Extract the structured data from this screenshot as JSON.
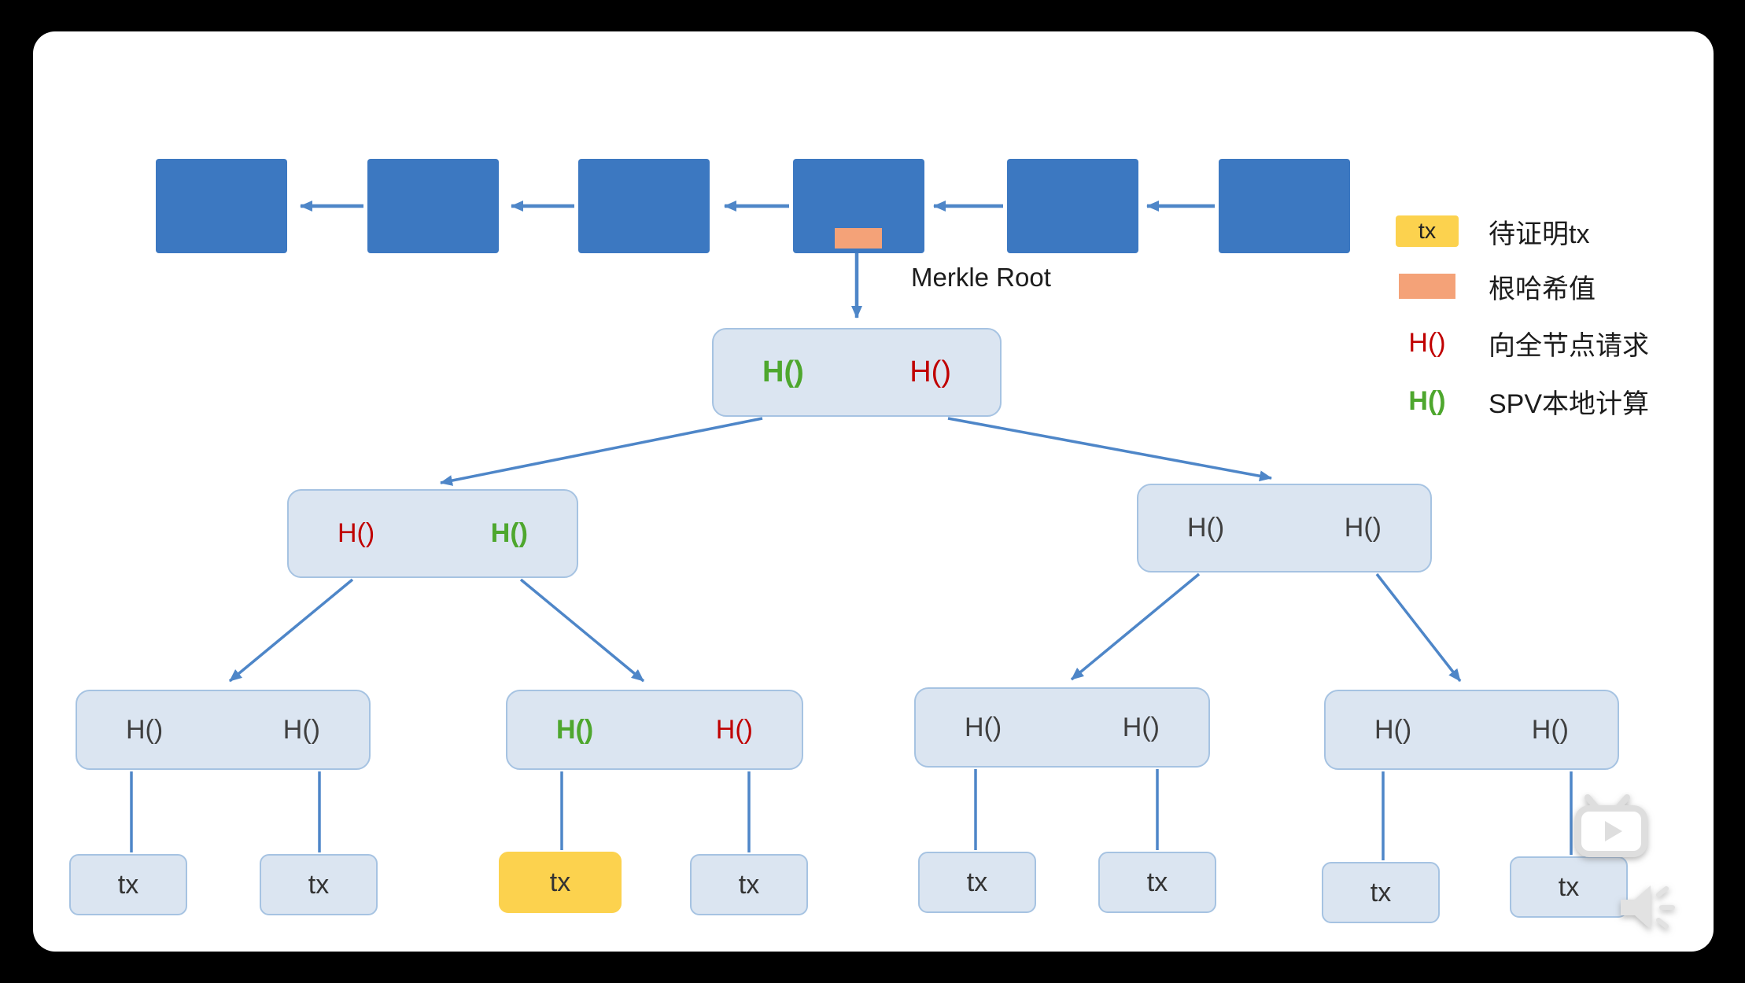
{
  "colors": {
    "stage_bg": "#000000",
    "canvas_bg": "#ffffff",
    "block_blue": "#3c78c1",
    "arrow_blue": "#4e86c8",
    "node_fill": "#dbe5f1",
    "node_border": "#a6c3e2",
    "highlight_yellow": "#fcd24e",
    "marker_orange": "#f4a278",
    "hash_red": "#c00000",
    "hash_green": "#4ea72e"
  },
  "blockchain": {
    "block_count": 6,
    "merkle_root_label": "Merkle Root"
  },
  "tree": {
    "root": {
      "left": {
        "text": "H()",
        "color": "#4ea72e",
        "weight": "700"
      },
      "right": {
        "text": "H()",
        "color": "#c00000",
        "weight": "400"
      }
    },
    "level2_left": {
      "left": {
        "text": "H()",
        "color": "#c00000",
        "weight": "400"
      },
      "right": {
        "text": "H()",
        "color": "#4ea72e",
        "weight": "700"
      }
    },
    "level2_right": {
      "left": {
        "text": "H()",
        "color": "#3f3f3f",
        "weight": "400"
      },
      "right": {
        "text": "H()",
        "color": "#3f3f3f",
        "weight": "400"
      }
    },
    "level3": [
      {
        "left": {
          "text": "H()",
          "color": "#3f3f3f",
          "weight": "400"
        },
        "right": {
          "text": "H()",
          "color": "#3f3f3f",
          "weight": "400"
        }
      },
      {
        "left": {
          "text": "H()",
          "color": "#4ea72e",
          "weight": "700"
        },
        "right": {
          "text": "H()",
          "color": "#c00000",
          "weight": "400"
        }
      },
      {
        "left": {
          "text": "H()",
          "color": "#3f3f3f",
          "weight": "400"
        },
        "right": {
          "text": "H()",
          "color": "#3f3f3f",
          "weight": "400"
        }
      },
      {
        "left": {
          "text": "H()",
          "color": "#3f3f3f",
          "weight": "400"
        },
        "right": {
          "text": "H()",
          "color": "#3f3f3f",
          "weight": "400"
        }
      }
    ],
    "leaves": [
      {
        "text": "tx",
        "fill": "#dbe5f1",
        "border": "#a6c3e2"
      },
      {
        "text": "tx",
        "fill": "#dbe5f1",
        "border": "#a6c3e2"
      },
      {
        "text": "tx",
        "fill": "#fcd24e",
        "border": "#fcd24e"
      },
      {
        "text": "tx",
        "fill": "#dbe5f1",
        "border": "#a6c3e2"
      },
      {
        "text": "tx",
        "fill": "#dbe5f1",
        "border": "#a6c3e2"
      },
      {
        "text": "tx",
        "fill": "#dbe5f1",
        "border": "#a6c3e2"
      },
      {
        "text": "tx",
        "fill": "#dbe5f1",
        "border": "#a6c3e2"
      },
      {
        "text": "tx",
        "fill": "#dbe5f1",
        "border": "#a6c3e2"
      }
    ]
  },
  "legend": {
    "items": [
      {
        "swatch_text": "tx",
        "label": "待证明tx"
      },
      {
        "swatch_text": "",
        "label": "根哈希值"
      },
      {
        "swatch_text": "H()",
        "label": "向全节点请求"
      },
      {
        "swatch_text": "H()",
        "label": "SPV本地计算"
      }
    ]
  }
}
